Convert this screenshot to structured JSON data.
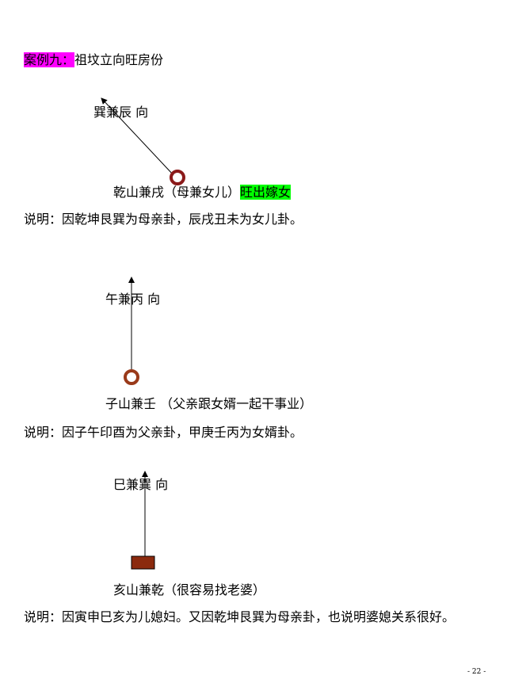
{
  "case_label": "案例九：",
  "case_title": "祖坟立向旺房份",
  "diagram1": {
    "direction_label": "巽兼辰  向",
    "mountain_label": "乾山兼戌（母兼女儿）",
    "highlight": "旺出嫁女",
    "explanation": "说明：因乾坤艮巽为母亲卦，辰戌丑未为女儿卦。"
  },
  "diagram2": {
    "direction_label": "午兼丙  向",
    "mountain_label": "子山兼壬    （父亲跟女婿一起干事业）",
    "explanation": "说明：因子午印酉为父亲卦，甲庚壬丙为女婿卦。"
  },
  "diagram3": {
    "direction_label": "巳兼巽  向",
    "mountain_label": "亥山兼乾（很容易找老婆）",
    "explanation": "说明：因寅申巳亥为儿媳妇。又因乾坤艮巽为母亲卦，也说明婆媳关系很好。"
  },
  "page_number": "- 22 -",
  "colors": {
    "ring": "#8b1a1a",
    "ring2": "#9a3a1a",
    "box": "#8b2a0e",
    "highlight_magenta": "#ff00ff",
    "highlight_green": "#00ff00"
  }
}
